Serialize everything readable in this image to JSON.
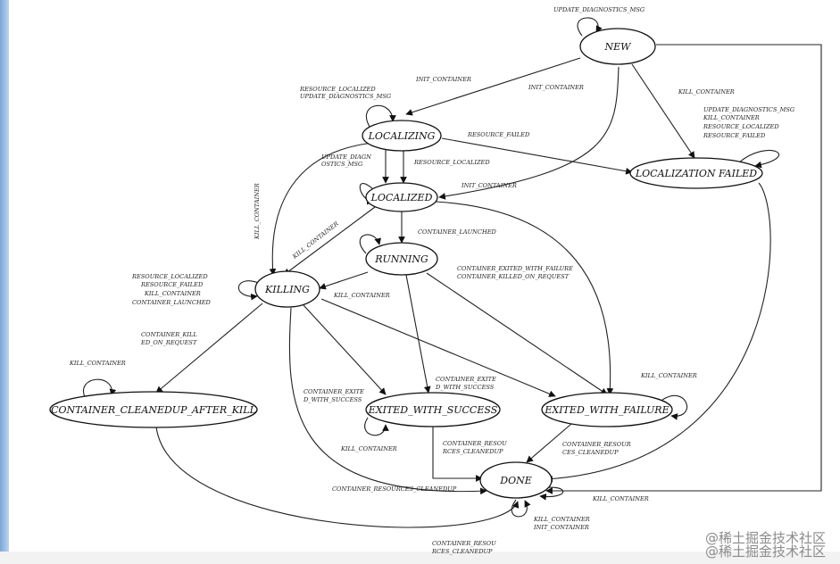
{
  "states": {
    "new": "NEW",
    "localizing": "LOCALIZING",
    "localized": "LOCALIZED",
    "localization_failed": "LOCALIZATION FAILED",
    "running": "RUNNING",
    "killing": "KILLING",
    "cleanedup_after_kill": "CONTAINER_CLEANEDUP_AFTER_KILL",
    "exited_with_success": "EXITED_WITH_SUCCESS",
    "exited_with_failure": "EXITED_WITH_FAILURE",
    "done": "DONE"
  },
  "labels": {
    "new_self": "UPDATE_DIAGNOSTICS_MSG",
    "init_container_1": "INIT_CONTAINER",
    "init_container_2": "INIT_CONTAINER",
    "localizing_self_1": "RESOURCE_LOCALIZED",
    "localizing_self_2": "UPDATE_DIAGNOSTICS_MSG",
    "resource_failed": "RESOURCE_FAILED",
    "update_diag_1": "UPDATE_DIAGN",
    "update_diag_2": "OSTICS_MSG",
    "resource_localized": "RESOURCE_LOCALIZED",
    "init_container_3": "INIT_CONTAINER",
    "kill_container_new": "KILL_CONTAINER",
    "lf_self_1": "UPDATE_DIAGNOSTICS_MSG",
    "lf_self_2": "KILL_CONTAINER",
    "lf_self_3": "RESOURCE_LOCALIZED",
    "lf_self_4": "RESOURCE_FAILED",
    "kill_container_localizing": "KILL_CONTAINER",
    "kill_container_localized": "KILL_CONTAINER",
    "container_launched": "CONTAINER_LAUNCHED",
    "exited_failure_1": "CONTAINER_EXITED_WITH_FAILURE",
    "exited_failure_2": "CONTAINER_KILLED_ON_REQUEST",
    "killing_self_1": "RESOURCE_LOCALIZED",
    "killing_self_2": "RESOURCE_FAILED",
    "killing_self_3": "KILL_CONTAINER",
    "killing_self_4": "CONTAINER_LAUNCHED",
    "kill_container_running": "KILL_CONTAINER",
    "killed_on_request_1": "CONTAINER_KILL",
    "killed_on_request_2": "ED_ON_REQUEST",
    "cleanedup_self": "KILL_CONTAINER",
    "exited_success_a1": "CONTAINER_EXITE",
    "exited_success_a2": "D_WITH_SUCCESS",
    "exited_success_b1": "CONTAINER_EXITE",
    "exited_success_b2": "D_WITH_SUCCESS",
    "ewf_self": "KILL_CONTAINER",
    "ews_self": "KILL_CONTAINER",
    "cleanup_ews_1": "CONTAINER_RESOU",
    "cleanup_ews_2": "RCES_CLEANEDUP",
    "cleanup_ewf_1": "CONTAINER_RESOUR",
    "cleanup_ewf_2": "CES_CLEANEDUP",
    "cleanup_killing": "CONTAINER_RESOURCES_CLEANEDUP",
    "done_self": "KILL_CONTAINER",
    "done_bottom_1": "KILL_CONTAINER",
    "done_bottom_2": "INIT_CONTAINER",
    "cleanup_after_kill_1": "CONTAINER_RESOU",
    "cleanup_after_kill_2": "RCES_CLEANEDUP"
  },
  "watermark": {
    "line1": "@稀土掘金技术社区",
    "line2": "@稀土掘金技术社区"
  },
  "colors": {
    "window_bar": "#7aa6d8",
    "line": "#222222",
    "watermark": "#8a8a8a"
  }
}
